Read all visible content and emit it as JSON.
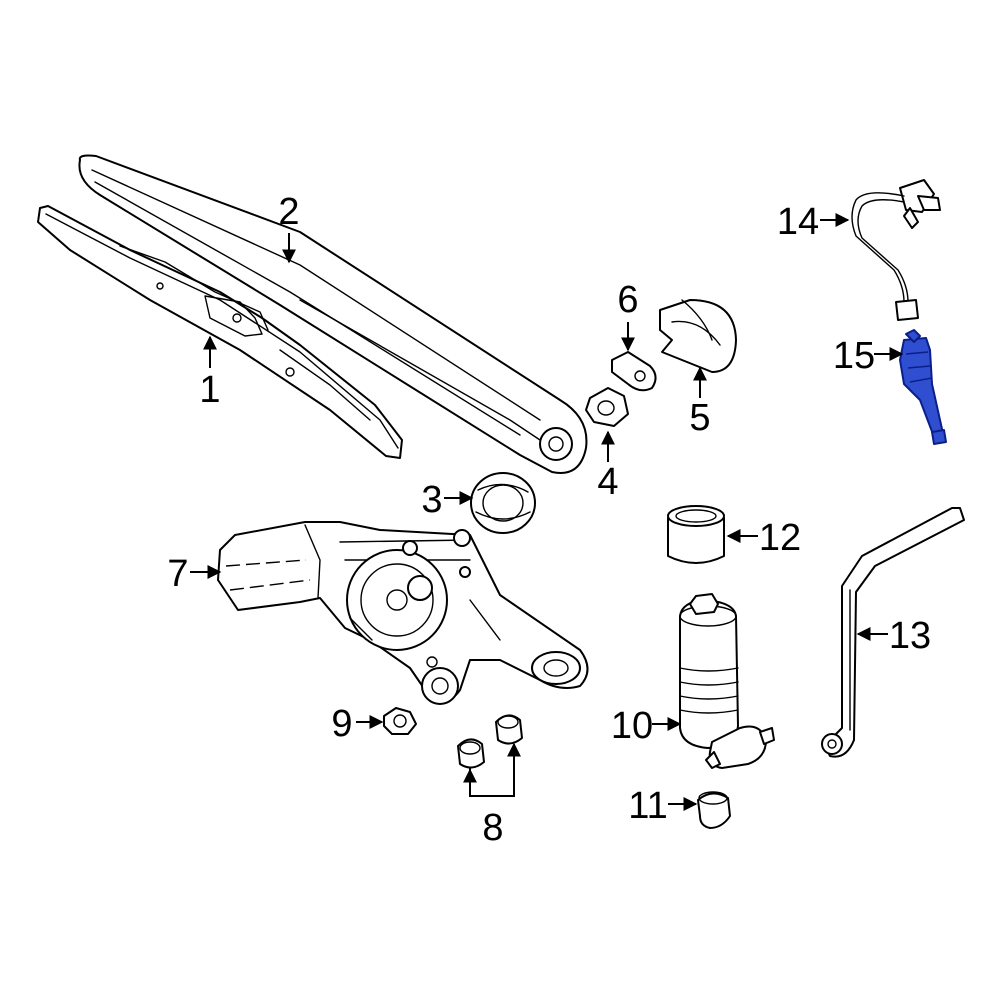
{
  "highlight_color": "#2f4fd0",
  "callouts": [
    {
      "id": "1",
      "text": "1"
    },
    {
      "id": "2",
      "text": "2"
    },
    {
      "id": "3",
      "text": "3"
    },
    {
      "id": "4",
      "text": "4"
    },
    {
      "id": "5",
      "text": "5"
    },
    {
      "id": "6",
      "text": "6"
    },
    {
      "id": "7",
      "text": "7"
    },
    {
      "id": "8",
      "text": "8"
    },
    {
      "id": "9",
      "text": "9"
    },
    {
      "id": "10",
      "text": "10"
    },
    {
      "id": "11",
      "text": "11"
    },
    {
      "id": "12",
      "text": "12"
    },
    {
      "id": "13",
      "text": "13"
    },
    {
      "id": "14",
      "text": "14"
    },
    {
      "id": "15",
      "text": "15"
    }
  ],
  "highlighted_part": "15"
}
